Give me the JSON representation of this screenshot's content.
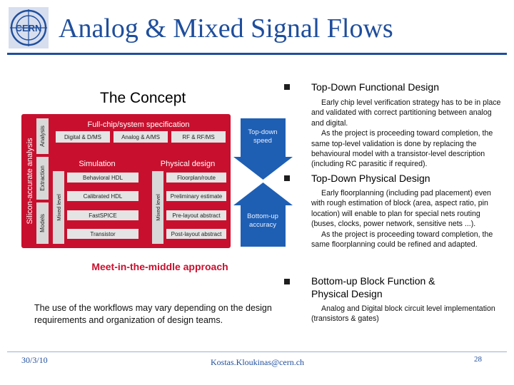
{
  "header": {
    "title": "Analog & Mixed Signal Flows",
    "logo_text": "CERN"
  },
  "colors": {
    "title_blue": "#1f4e9c",
    "diagram_red": "#c8102e",
    "arrow_blue": "#1e5fb4"
  },
  "left": {
    "concept_label": "The Concept",
    "note": "The use of the workflows may vary depending on the design requirements and organization of design teams."
  },
  "diagram": {
    "side_label": "Silicon-accurate analysis",
    "left_labels": [
      "Analysis",
      "Extraction",
      "Models"
    ],
    "full_chip": {
      "title": "Full-chip/system specification",
      "boxes": [
        "Digital & D/MS",
        "Analog & A/MS",
        "RF & RF/MS"
      ]
    },
    "simulation": {
      "title": "Simulation",
      "side": "Mixed level",
      "boxes": [
        "Behavioral HDL",
        "Calibrated HDL",
        "FastSPICE",
        "Transistor"
      ]
    },
    "physical": {
      "title": "Physical design",
      "side": "Mixed level",
      "boxes": [
        "Floorplan/route",
        "Preliminary estimate",
        "Pre-layout abstract",
        "Post-layout abstract"
      ]
    },
    "arrow_top": "Top-down speed",
    "arrow_bottom": "Bottom-up accuracy",
    "caption": "Meet-in-the-middle approach"
  },
  "right": {
    "items": [
      {
        "heading": "Top-Down Functional Design",
        "paragraphs": [
          "Early chip level verification strategy has to be in place and validated with correct partitioning between analog and digital.",
          "As the project is proceeding toward completion, the same top-level validation is done by replacing the behavioural model with a transistor-level description (including RC parasitic if required)."
        ]
      },
      {
        "heading": "Top-Down Physical Design",
        "paragraphs": [
          "Early floorplanning (including pad placement) even with rough estimation of block (area, aspect ratio, pin location) will enable to plan for special nets routing (buses, clocks, power network, sensitive nets ...).",
          "As the project is proceeding toward completion, the same floorplanning could be refined and adapted."
        ]
      },
      {
        "heading": "Bottom-up Block Function & Physical Design",
        "paragraphs": [
          "Analog and Digital block circuit level implementation (transistors & gates)"
        ]
      }
    ]
  },
  "footer": {
    "date": "30/3/10",
    "author": "Kostas.Kloukinas@cern.ch",
    "page": "28"
  }
}
